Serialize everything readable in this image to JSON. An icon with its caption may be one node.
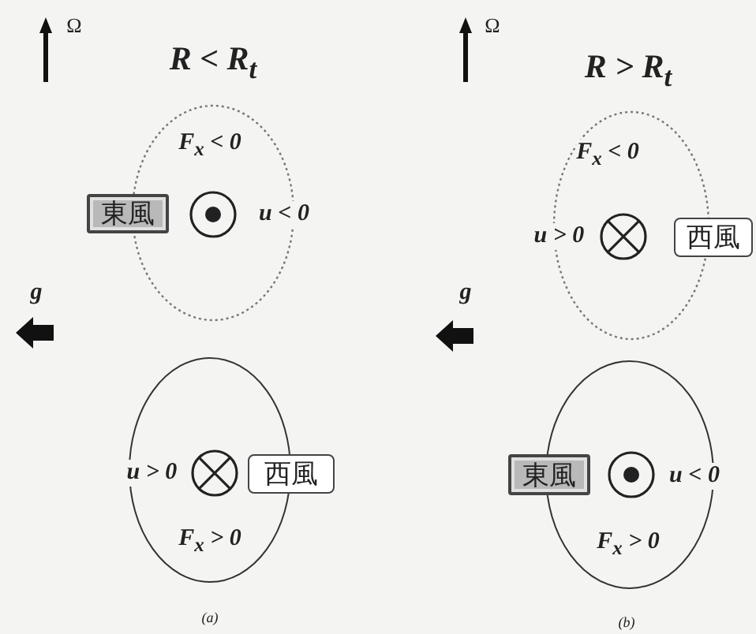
{
  "diagram": {
    "nodes": [
      {
        "text": [
          "F$_{x}$ < 0",
          "u < 0"
        ]
      },
      {
        "text": [
          "東風"
        ]
      },
      {
        "text": [
          "u > 0",
          "F$_{x}$ > 0"
        ]
      },
      {
        "text": [
          "西風"
        ]
      },
      {
        "text": [
          "F$_{x}$ < 0",
          "u > 0"
        ]
      },
      {
        "text": [
          "西風"
        ]
      },
      {
        "text": [
          "u < 0",
          "F$_{x}$ > 0"
        ]
      },
      {
        "text": [
          "東風"
        ]
      }
    ],
    "labels": [
      "Ω",
      "R < R$_{t}$",
      "g",
      "(a)",
      "Ω",
      "R > R$_{t}$",
      "g",
      "(b)"
    ]
  }
}
